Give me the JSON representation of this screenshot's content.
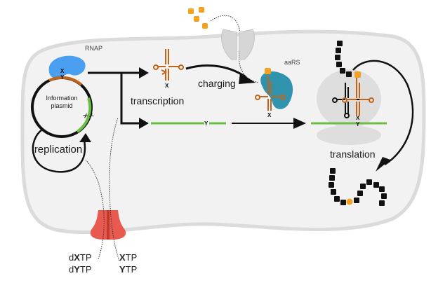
{
  "title": "Semi-synthetic organism: unnatural base pair information flow",
  "labels": {
    "rnap": "RNAP",
    "plasmid_line1": "Information",
    "plasmid_line2": "plasmid",
    "replication": "replication",
    "transcription": "transcription",
    "charging": "charging",
    "aars": "aaRS",
    "translation": "translation"
  },
  "base_pair": {
    "x": "X",
    "y": "Y"
  },
  "nucleotides": {
    "left": [
      {
        "prefix": "d",
        "base": "X",
        "suffix": "TP"
      },
      {
        "prefix": "d",
        "base": "Y",
        "suffix": "TP"
      }
    ],
    "right": [
      {
        "prefix": "",
        "base": "X",
        "suffix": "TP"
      },
      {
        "prefix": "",
        "base": "Y",
        "suffix": "TP"
      }
    ]
  },
  "colors": {
    "cell_fill": "#f2f2f3",
    "cell_border": "#d9dbdc",
    "rnap": "#4a9ff0",
    "aars": "#2f93ad",
    "trna": "#c0641a",
    "mrna": "#6cbd45",
    "amino_acid": "#f5a01e",
    "transporter_red": "#e85a50",
    "transporter_gray": "#d6d6d6",
    "ribosome": "#dcdcdc",
    "peptide": "#111111"
  }
}
